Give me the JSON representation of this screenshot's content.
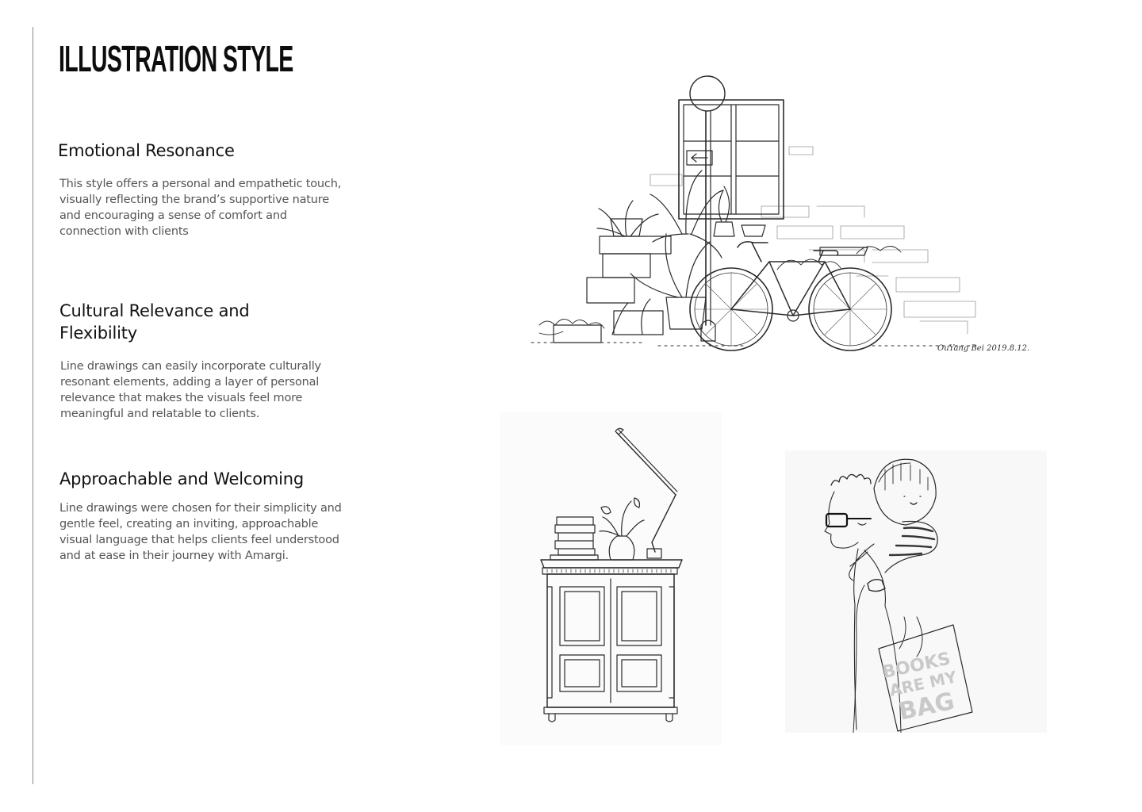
{
  "page": {
    "title": "ILLUSTRATION STYLE"
  },
  "sections": [
    {
      "heading": "Emotional Resonance",
      "body": "This style offers a personal and empathetic touch, visually reflecting the brand’s supportive nature and encouraging a sense of comfort and connection with clients"
    },
    {
      "heading": "Cultural Relevance and Flexibility",
      "body": "Line drawings can easily incorporate culturally resonant elements, adding a layer of personal relevance that makes the visuals feel more meaningful and relatable to clients."
    },
    {
      "heading": "Approachable and Welcoming",
      "body": "Line drawings were chosen for their simplicity and gentle feel, creating an inviting, approachable visual language that helps clients feel understood and at ease in their journey with Amargi."
    }
  ],
  "illustrations": {
    "bicycle": {
      "icon": "bicycle-window-sketch-icon",
      "signature": "OuYang Bei  2019.8.12."
    },
    "cabinet": {
      "icon": "cabinet-lamp-sketch-icon"
    },
    "family": {
      "icon": "parent-child-sketch-icon",
      "tote_line1": "BOOKS",
      "tote_line2": "ARE MY",
      "tote_line3": "BAG"
    }
  },
  "colors": {
    "heading": "#111111",
    "body": "#555555",
    "rule": "#8a8a8a",
    "ink": "#2a2a2a"
  }
}
